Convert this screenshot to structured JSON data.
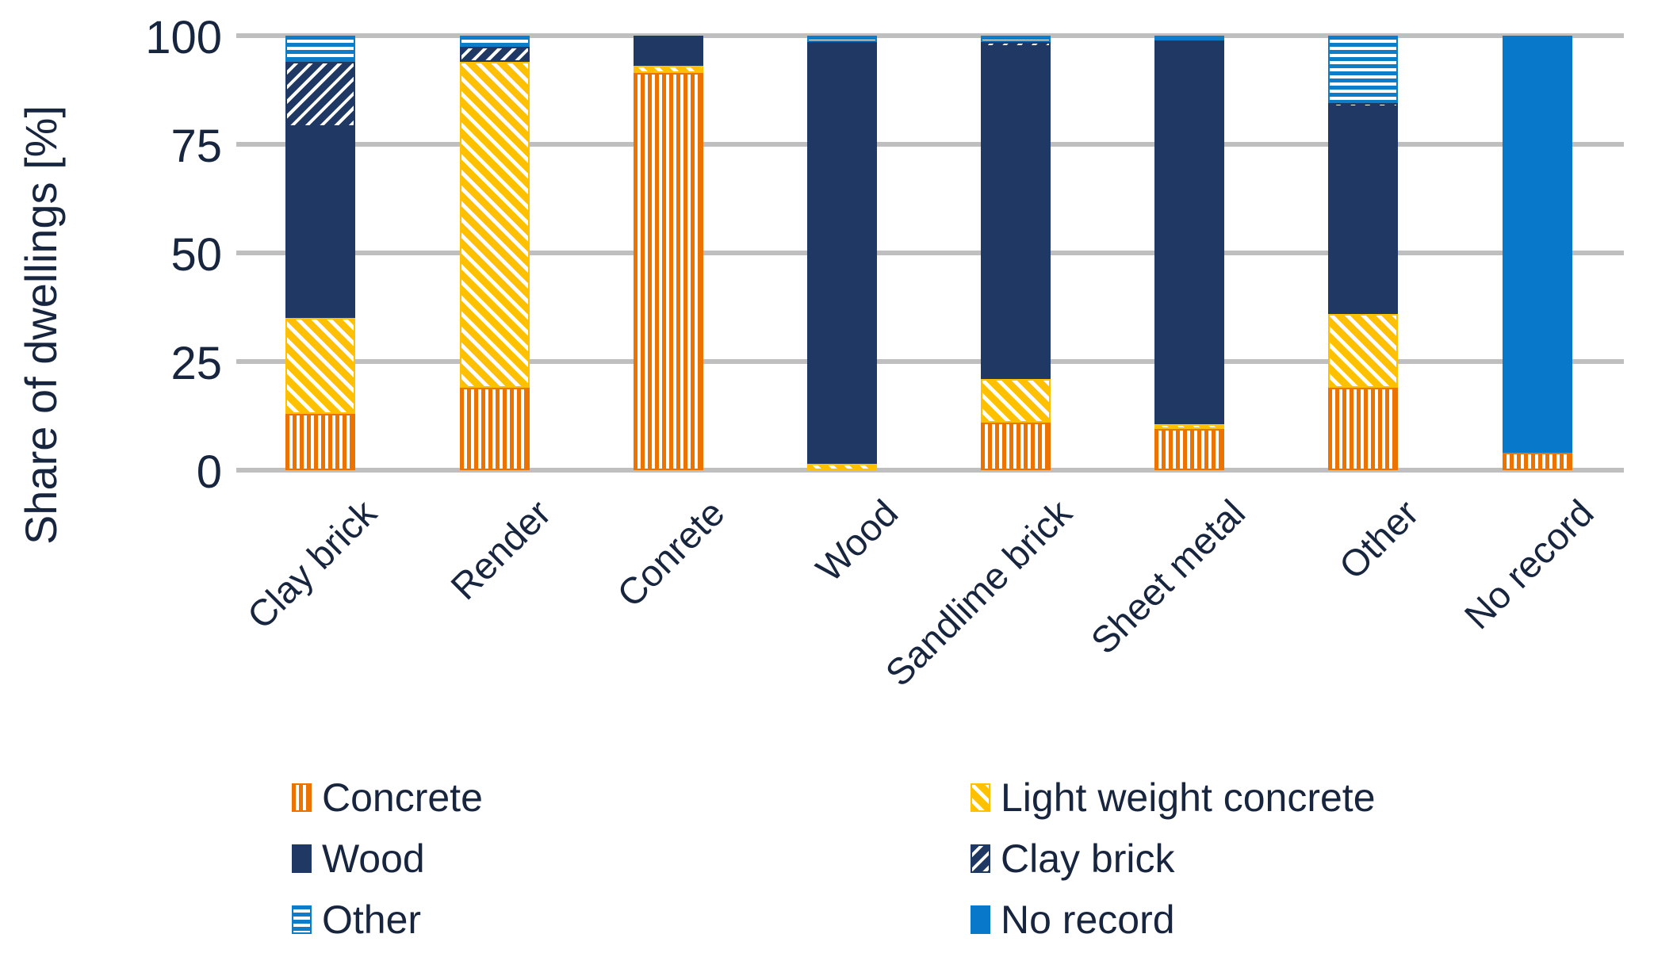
{
  "chart_data": {
    "type": "bar",
    "stacked": true,
    "title": "",
    "ylabel": "Share of dwellings [%]",
    "xlabel": "",
    "ylim": [
      0,
      100
    ],
    "y_ticks": [
      "100",
      "75",
      "50",
      "25",
      "0"
    ],
    "grid": true,
    "legend_position": "bottom-two-columns",
    "categories": [
      "Clay brick",
      "Render",
      "Conrete",
      "Wood",
      "Sandlime brick",
      "Sheet metal",
      "Other",
      "No record"
    ],
    "series": [
      {
        "name": "Concrete",
        "pattern": "orange-vertical-stripes",
        "color": "#ec7300",
        "values": [
          13,
          19,
          91.5,
          0,
          11,
          9.5,
          19,
          4
        ]
      },
      {
        "name": "Light weight concrete",
        "pattern": "yellow-diagonal-stripes",
        "color": "#ffc000",
        "values": [
          22,
          75,
          1.5,
          1.5,
          10,
          1,
          17,
          0
        ]
      },
      {
        "name": "Wood",
        "pattern": "solid-navy",
        "color": "#1f3864",
        "values": [
          44,
          0,
          7,
          97,
          76.5,
          88.5,
          47.5,
          0
        ]
      },
      {
        "name": "Clay brick",
        "pattern": "navy-white-diagonal-hatch",
        "color": "#1f3864",
        "values": [
          15,
          3.5,
          0,
          0,
          1,
          0,
          1,
          0
        ]
      },
      {
        "name": "Other",
        "pattern": "lightblue-horizontal-stripes",
        "color": "#0e7dc9",
        "values": [
          6,
          2.5,
          0,
          1.5,
          1.5,
          1,
          15.5,
          0
        ]
      },
      {
        "name": "No record",
        "pattern": "solid-blue",
        "color": "#0878cb",
        "values": [
          0,
          0,
          0,
          0,
          0,
          0,
          0,
          96
        ]
      }
    ]
  },
  "colors": {
    "gridline": "#bfbfbf",
    "axis_text": "#17253f",
    "background": "#ffffff"
  }
}
